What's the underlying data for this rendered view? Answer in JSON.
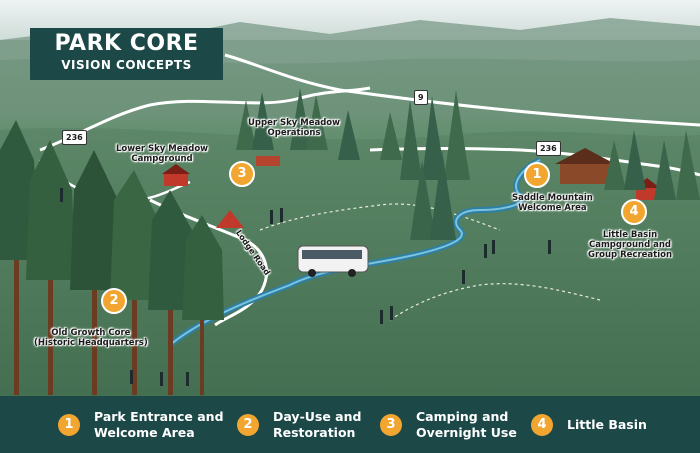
{
  "title": {
    "line1": "PARK CORE",
    "line2": "VISION CONCEPTS"
  },
  "highway_shields": [
    "236",
    "9",
    "236"
  ],
  "road_label": "Lodge Road",
  "map_labels": [
    {
      "id": "upper-sky",
      "text": "Upper Sky Meadow\nOperations"
    },
    {
      "id": "lower-sky",
      "text": "Lower Sky Meadow\nCampground"
    },
    {
      "id": "saddle",
      "text": "Saddle Mountain\nWelcome Area"
    },
    {
      "id": "little-basin",
      "text": "Little Basin\nCampground and\nGroup Recreation"
    },
    {
      "id": "old-growth",
      "text": "Old Growth Core\n(Historic Headquarters)"
    }
  ],
  "map_markers": [
    "1",
    "2",
    "3",
    "4"
  ],
  "legend": [
    {
      "number": "1",
      "text": "Park Entrance and\nWelcome Area"
    },
    {
      "number": "2",
      "text": "Day-Use and\nRestoration"
    },
    {
      "number": "3",
      "text": "Camping and\nOvernight Use"
    },
    {
      "number": "4",
      "text": "Little Basin"
    }
  ],
  "colors": {
    "accent_orange": "#f2a52f",
    "legend_bg": "#1c4848",
    "river": "#2e7fa4",
    "forest": "#3f6a4c"
  }
}
